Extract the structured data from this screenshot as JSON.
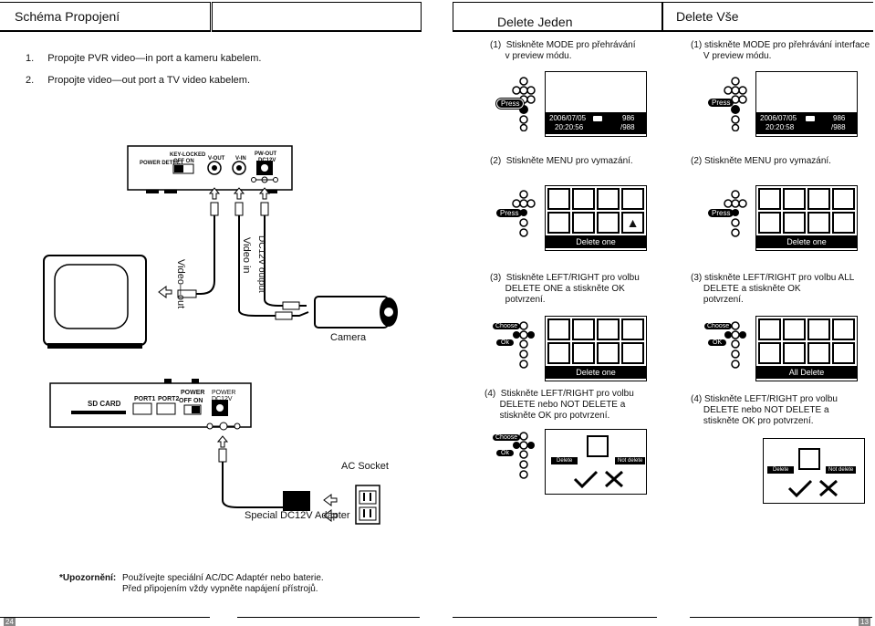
{
  "left": {
    "title": "Schéma Propojení",
    "steps": [
      {
        "num": "1.",
        "text": "Propojte PVR video—in port  a kameru kabelem."
      },
      {
        "num": "2.",
        "text": "Propojte video—out port  a TV video kabelem."
      }
    ],
    "device_top": {
      "labels": [
        "KEY-LOCKED",
        "OFF  ON",
        "V-OUT",
        "V-IN",
        "PW-OUT",
        "DC12V",
        "POWER DETECT"
      ]
    },
    "cable_labels": [
      "Video—out",
      "Video in",
      "DC12V output"
    ],
    "camera_label": "Camera",
    "device_bottom": {
      "labels": [
        "SD CARD",
        "PORT1",
        "PORT2",
        "POWER",
        "OFF  ON",
        "POWER",
        "DC12V"
      ]
    },
    "ac_socket_label": "AC Socket",
    "adapter_label": "Special DC12V Adapter",
    "note": {
      "label": "*Upozornění:",
      "lines": [
        "Používejte speciální AC/DC Adaptér nebo baterie.",
        "Před připojením vždy vypněte napájení přístrojů."
      ]
    },
    "page_number": "24"
  },
  "mid": {
    "title": "Delete Jeden",
    "step1": "(1)  Stiskněte MODE pro přehrávání\n      v preview módu.",
    "screen_date": "2006/07/05",
    "screen_time": "20:20:56",
    "screen_count": "986",
    "screen_total": "/988",
    "press": "Press",
    "step2": "(2)  Stiskněte MENU pro vymazání.",
    "delete_bar": "Delete one",
    "step3": "(3)  Stiskněte LEFT/RIGHT pro volbu\n      DELETE ONE a stiskněte OK\n      potvrzení.",
    "choose": "Choose",
    "ok": "Ok",
    "delete_bar2": "Delete one",
    "step4": "(4)  Stiskněte LEFT/RIGHT pro volbu\n      DELETE nebo NOT DELETE a\n      stiskněte OK pro potvrzení.",
    "delete_btn": "Delete",
    "not_delete_btn": "Not delete"
  },
  "right": {
    "title": "Delete Vše",
    "step1": "(1) stiskněte MODE pro přehrávání interface\n     V preview módu.",
    "screen_date": "2006/07/05",
    "screen_time": "20:20:58",
    "screen_count": "986",
    "screen_total": "/988",
    "press": "Press",
    "step2": "(2) Stiskněte MENU pro vymazání.",
    "delete_bar": "Delete one",
    "step3": "(3) stiskněte LEFT/RIGHT pro volbu ALL\n     DELETE a stiskněte OK\n     potvrzení.",
    "choose": "Choose",
    "ok": "OK",
    "delete_bar2": "All Delete",
    "step4": "(4) Stiskněte LEFT/RIGHT pro volbu\n     DELETE nebo NOT DELETE a\n     stiskněte OK pro potvrzení.",
    "delete_btn": "Delete",
    "not_delete_btn": "Not delete",
    "page_number": "13"
  }
}
